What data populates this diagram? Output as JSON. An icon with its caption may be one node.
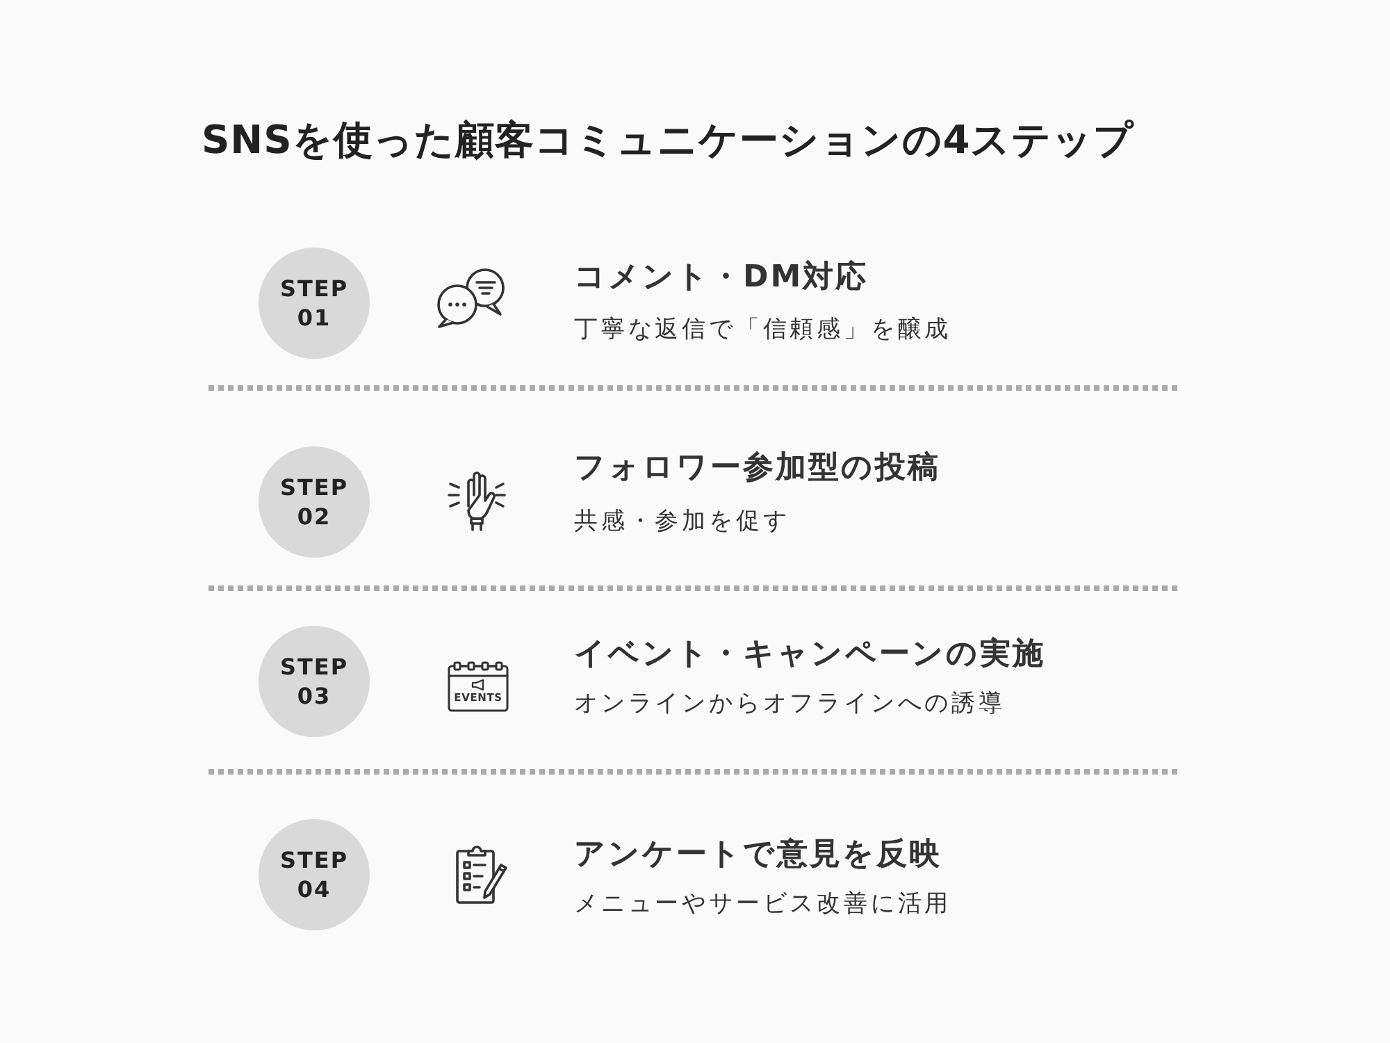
{
  "diagram": {
    "title": "SNSを使った顧客コミュニケーションの4ステップ",
    "nodes": [
      {
        "text": [
          "STEP 01"
        ],
        "beside": [
          "コメント・DM対応",
          "丁寧な返信で「信頼感」を醸成"
        ]
      },
      {
        "text": [
          "STEP 02"
        ],
        "beside": [
          "フォロワー参加型の投稿",
          "共感・参加を促す"
        ]
      },
      {
        "text": [
          "STEP 03"
        ],
        "beside": [
          "イベント・キャンペーンの実施",
          "オンラインからオフラインへの誘導"
        ]
      },
      {
        "text": [
          "EVENTS"
        ]
      },
      {
        "text": [
          "STEP 04"
        ],
        "beside": [
          "アンケートで意見を反映",
          "メニューやサービス改善に活用"
        ]
      }
    ]
  }
}
